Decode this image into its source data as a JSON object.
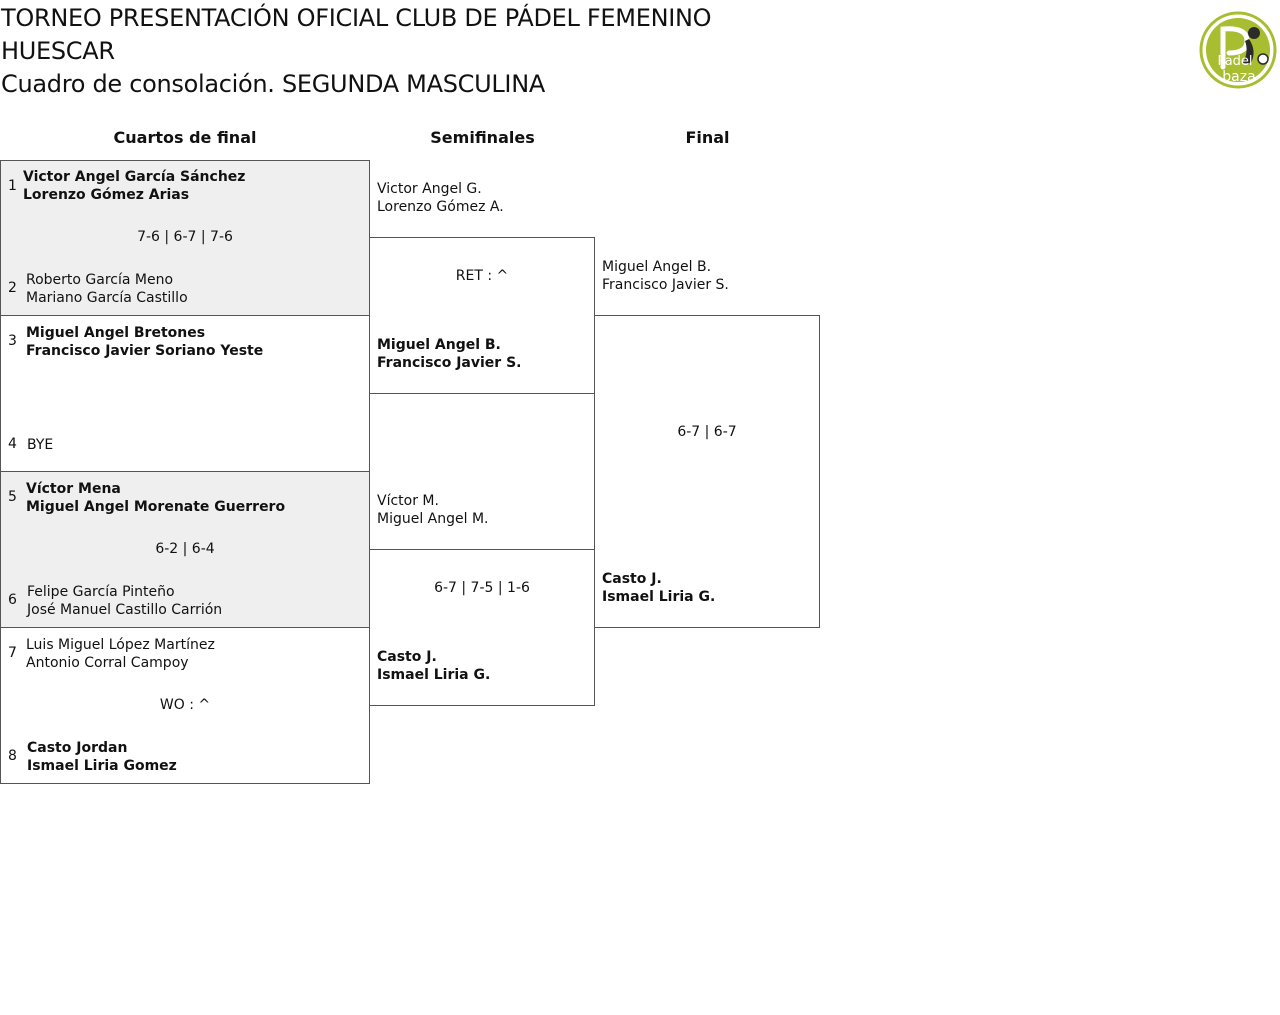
{
  "header": {
    "title_line1": "TORNEO PRESENTACIÓN OFICIAL CLUB DE PÁDEL FEMENINO",
    "title_line2": "HUESCAR",
    "title_line3": "Cuadro de consolación. SEGUNDA MASCULINA",
    "logo_text_1": "Padel",
    "logo_text_2": "baza",
    "logo_color": "#a8bd2f"
  },
  "rounds": {
    "quarterfinals": "Cuartos de final",
    "semifinals": "Semifinales",
    "final": "Final"
  },
  "quarterfinals": [
    {
      "score": "7-6 | 6-7 | 7-6",
      "top": {
        "seed": "1",
        "p1": "Victor Angel García Sánchez",
        "p2": "Lorenzo Gómez Arias"
      },
      "bottom": {
        "seed": "2",
        "p1": "Roberto García Meno",
        "p2": "Mariano García Castillo"
      }
    },
    {
      "score": "",
      "top": {
        "seed": "3",
        "p1": "Miguel Angel Bretones",
        "p2": "Francisco Javier Soriano Yeste"
      },
      "bottom": {
        "seed": "4",
        "p1": "BYE",
        "p2": ""
      }
    },
    {
      "score": "6-2 | 6-4",
      "top": {
        "seed": "5",
        "p1": "Víctor Mena",
        "p2": "Miguel Angel Morenate Guerrero"
      },
      "bottom": {
        "seed": "6",
        "p1": "Felipe García Pinteño",
        "p2": "José Manuel Castillo Carrión"
      }
    },
    {
      "score": "WO : ^",
      "top": {
        "seed": "7",
        "p1": "Luis Miguel López Martínez",
        "p2": "Antonio Corral Campoy"
      },
      "bottom": {
        "seed": "8",
        "p1": "Casto Jordan",
        "p2": "Ismael Liria Gomez"
      }
    }
  ],
  "semifinals": [
    {
      "score": "RET : ^",
      "top": {
        "p1": "Victor Angel G.",
        "p2": "Lorenzo Gómez A."
      },
      "bottom": {
        "p1": "Miguel Angel B.",
        "p2": "Francisco Javier S."
      }
    },
    {
      "score": "6-7 | 7-5 | 1-6",
      "top": {
        "p1": "Víctor M.",
        "p2": "Miguel Angel M."
      },
      "bottom": {
        "p1": "Casto J.",
        "p2": "Ismael Liria G."
      }
    }
  ],
  "final": {
    "score": "6-7 | 6-7",
    "top": {
      "p1": "Miguel Angel B.",
      "p2": "Francisco Javier S."
    },
    "bottom": {
      "p1": "Casto J.",
      "p2": "Ismael Liria G."
    }
  }
}
